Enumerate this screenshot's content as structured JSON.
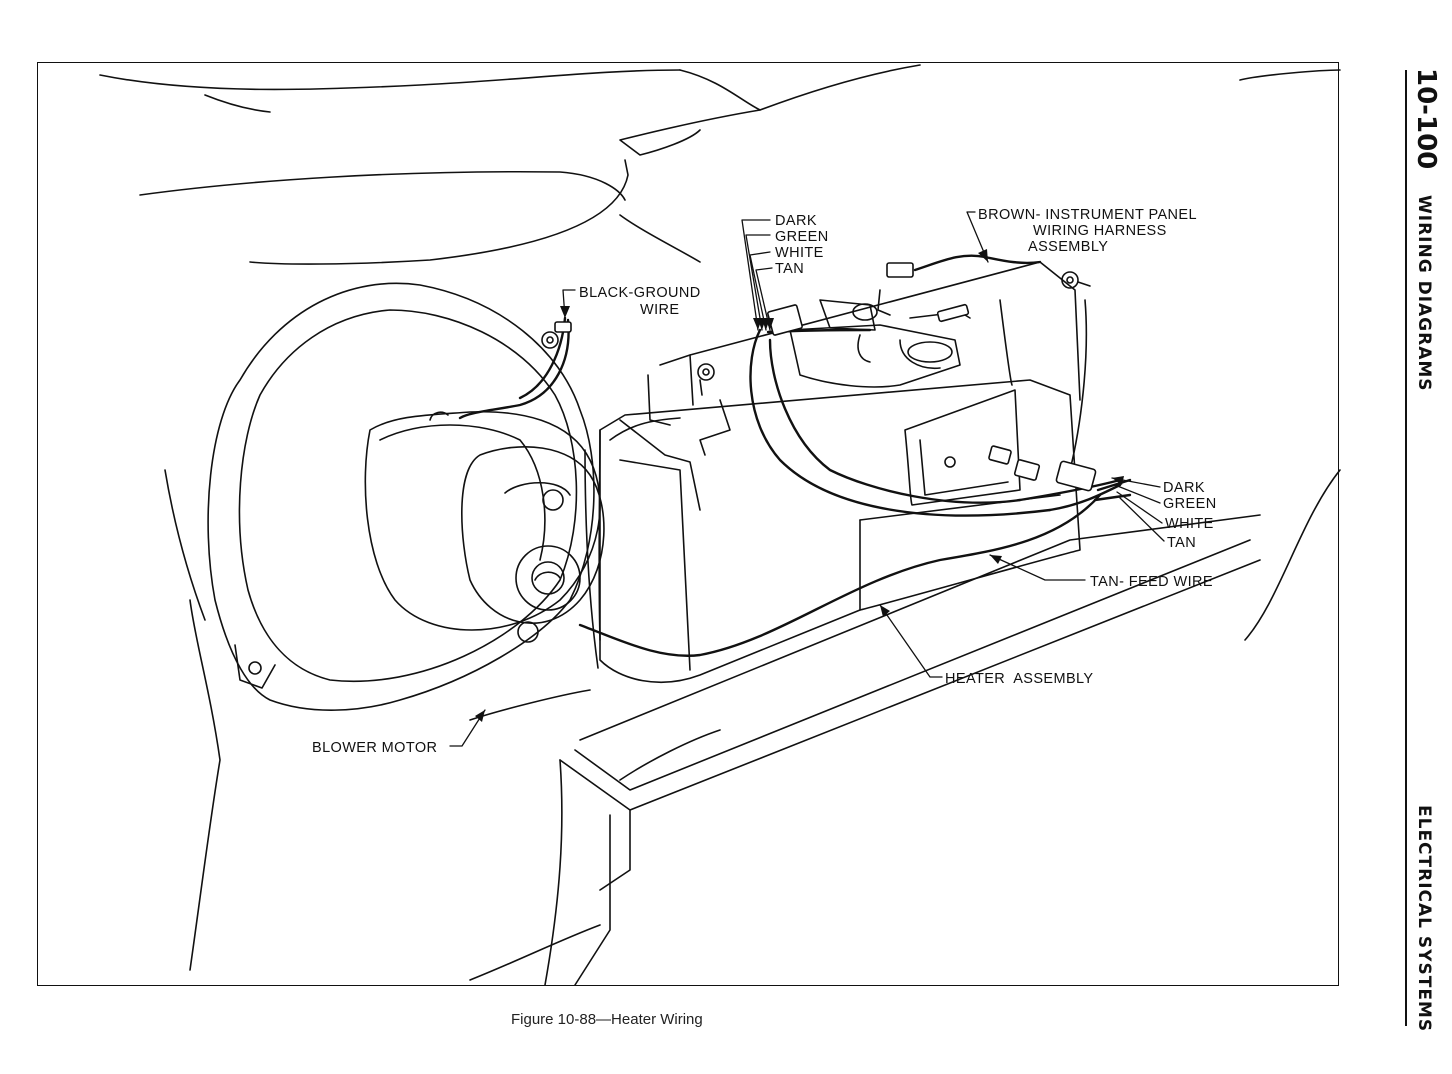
{
  "page": {
    "number": "10-100",
    "section": "WIRING DIAGRAMS",
    "chapter": "ELECTRICAL SYSTEMS",
    "caption": "Figure 10-88—Heater Wiring"
  },
  "callouts": {
    "dark_green_top_1": "DARK",
    "dark_green_top_2": "GREEN",
    "white_top": "WHITE",
    "tan_top": "TAN",
    "brown_harness_1": "BROWN- INSTRUMENT PANEL",
    "brown_harness_2": "WIRING HARNESS",
    "brown_harness_3": "ASSEMBLY",
    "black_ground_1": "BLACK-GROUND",
    "black_ground_2": "WIRE",
    "dark_green_right_1": "DARK",
    "dark_green_right_2": "GREEN",
    "white_right": "WHITE",
    "tan_right": "TAN",
    "tan_feed": "TAN- FEED WIRE",
    "heater_assembly": "HEATER  ASSEMBLY",
    "blower_motor": "BLOWER MOTOR"
  }
}
